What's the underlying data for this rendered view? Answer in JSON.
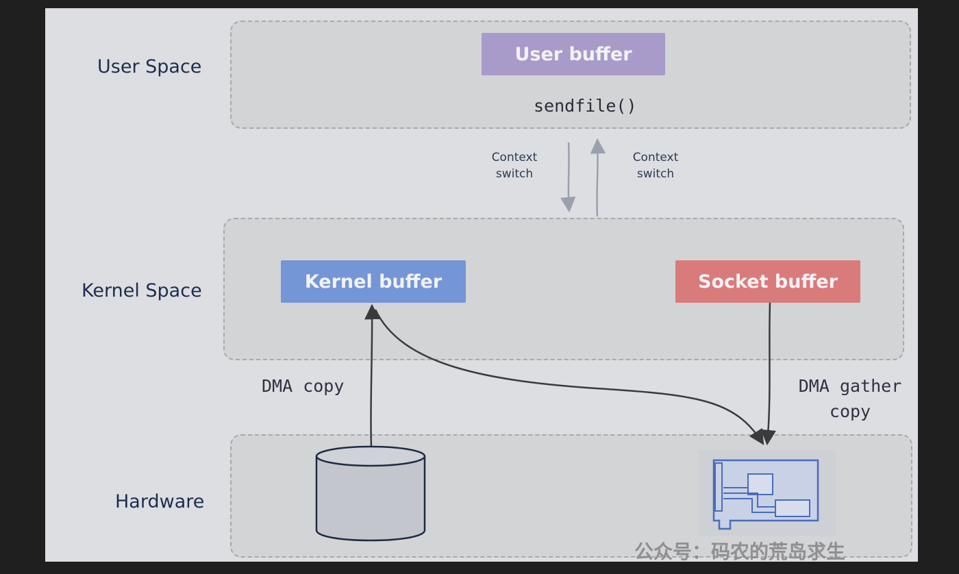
{
  "layers": {
    "user": {
      "label": "User Space"
    },
    "kernel": {
      "label": "Kernel Space"
    },
    "hardware": {
      "label": "Hardware"
    }
  },
  "buffers": {
    "user": {
      "label": "User buffer",
      "color": "#a89bc9"
    },
    "kernel": {
      "label": "Kernel buffer",
      "color": "#7596d6"
    },
    "socket": {
      "label": "Socket buffer",
      "color": "#d97b7b"
    }
  },
  "call": "sendfile()",
  "context_switch": {
    "down": {
      "line1": "Context",
      "line2": "switch"
    },
    "up": {
      "line1": "Context",
      "line2": "switch"
    }
  },
  "dma": {
    "copy": "DMA copy",
    "gather_line1": "DMA gather",
    "gather_line2": "copy"
  },
  "icons": [
    "disk-icon",
    "network-card-icon"
  ],
  "watermark": "公众号：码农的荒岛求生"
}
